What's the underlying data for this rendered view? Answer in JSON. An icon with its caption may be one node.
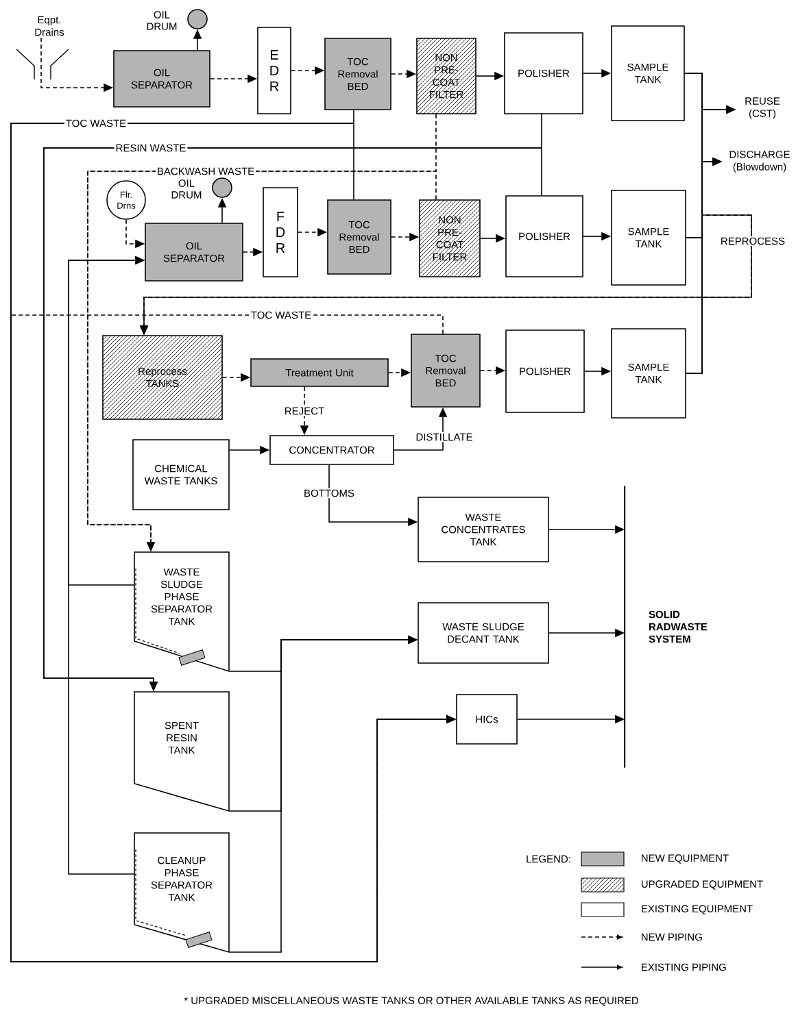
{
  "diagram": {
    "nodes": [
      {
        "text": [
          "Eqpt. Drains"
        ]
      },
      {
        "text": [
          "OIL SEPARATOR"
        ]
      },
      {
        "text": [],
        "shape": "circle",
        "beside": [
          "OIL DRUM"
        ]
      },
      {
        "text": [
          "E D R"
        ]
      },
      {
        "text": [
          "TOC Removal BED"
        ]
      },
      {
        "text": [
          "NON PRE-COAT FILTER"
        ]
      },
      {
        "text": [
          "POLISHER"
        ]
      },
      {
        "text": [
          "SAMPLE TANK"
        ]
      },
      {
        "text": [
          "Flr. Drns"
        ]
      },
      {
        "text": [
          "OIL SEPARATOR"
        ]
      },
      {
        "text": [],
        "shape": "circle",
        "beside": [
          "OIL DRUM"
        ]
      },
      {
        "text": [
          "F D R"
        ]
      },
      {
        "text": [
          "TOC Removal BED"
        ]
      },
      {
        "text": [
          "NON PRE-COAT FILTER"
        ]
      },
      {
        "text": [
          "POLISHER"
        ]
      },
      {
        "text": [
          "SAMPLE TANK"
        ]
      },
      {
        "text": [
          "Reprocess TANKS"
        ]
      },
      {
        "text": [
          "Treatment Unit"
        ]
      },
      {
        "text": [
          "TOC Removal BED"
        ]
      },
      {
        "text": [
          "POLISHER"
        ]
      },
      {
        "text": [
          "SAMPLE TANK"
        ]
      },
      {
        "text": [
          "CHEMICAL WASTE TANKS"
        ]
      },
      {
        "text": [
          "CONCENTRATOR"
        ]
      },
      {
        "text": [
          "WASTE CONCENTRATES TANK"
        ]
      },
      {
        "text": [
          "WASTE SLUDGE DECANT TANK"
        ]
      },
      {
        "text": [
          "HICs"
        ]
      },
      {
        "text": [
          "SOLID RADWASTE SYSTEM"
        ]
      },
      {
        "text": [
          "WASTE SLUDGE PHASE SEPARATOR TANK"
        ]
      },
      {
        "text": [
          "SPENT RESIN TANK"
        ]
      },
      {
        "text": [
          "CLEANUP PHASE SEPARATOR TANK"
        ]
      },
      {
        "text": [
          "REUSE (CST)"
        ]
      },
      {
        "text": [
          "DISCHARGE (Blowdown)"
        ]
      }
    ],
    "edges": [
      {
        "from": 0,
        "to": 1,
        "arrow": "to",
        "style": "dashed"
      },
      {
        "from": 1,
        "to": 2,
        "arrow": "to"
      },
      {
        "from": 1,
        "to": 3,
        "arrow": "to",
        "style": "dashed"
      },
      {
        "from": 3,
        "to": 4,
        "arrow": "to",
        "style": "dashed"
      },
      {
        "from": 4,
        "to": 5,
        "arrow": "to",
        "style": "dashed"
      },
      {
        "from": 5,
        "to": 6,
        "arrow": "to"
      },
      {
        "from": 6,
        "to": 7,
        "arrow": "to"
      },
      {
        "from": 8,
        "to": 9,
        "arrow": "to",
        "style": "dashed"
      },
      {
        "from": 9,
        "to": 10,
        "arrow": "to"
      },
      {
        "from": 9,
        "to": 11,
        "arrow": "to",
        "style": "dashed"
      },
      {
        "from": 11,
        "to": 12,
        "arrow": "to",
        "style": "dashed"
      },
      {
        "from": 12,
        "to": 13,
        "arrow": "to",
        "style": "dashed"
      },
      {
        "from": 13,
        "to": 14,
        "arrow": "to"
      },
      {
        "from": 14,
        "to": 15,
        "arrow": "to"
      },
      {
        "from": 16,
        "to": 17,
        "arrow": "to",
        "style": "dashed"
      },
      {
        "from": 17,
        "to": 18,
        "arrow": "to",
        "style": "dashed"
      },
      {
        "from": 18,
        "to": 19,
        "arrow": "to",
        "style": "dashed"
      },
      {
        "from": 19,
        "to": 20,
        "arrow": "to"
      },
      {
        "from": 7,
        "to": 30,
        "arrow": "to"
      },
      {
        "from": 7,
        "to": 31,
        "arrow": "to"
      },
      {
        "from": 7,
        "to": 16,
        "arrow": "to",
        "style": "dashed",
        "label": "REPROCESS"
      },
      {
        "from": 15,
        "to": 30,
        "arrow": "to"
      },
      {
        "from": 15,
        "to": 31,
        "arrow": "to"
      },
      {
        "from": 15,
        "to": 16,
        "arrow": "to",
        "style": "dashed"
      },
      {
        "from": 20,
        "to": 30,
        "arrow": "to"
      },
      {
        "from": 20,
        "to": 31,
        "arrow": "to"
      },
      {
        "from": 20,
        "to": 16,
        "arrow": "to",
        "style": "dashed"
      },
      {
        "from": 22,
        "to": 23,
        "arrow": "to",
        "label": "BOTTOMS"
      },
      {
        "from": 21,
        "to": 22,
        "arrow": "to"
      },
      {
        "from": 17,
        "to": 22,
        "arrow": "to",
        "style": "dashed",
        "label": "REJECT"
      },
      {
        "from": 22,
        "to": 18,
        "arrow": "to",
        "label": "DISTILLATE"
      },
      {
        "from": 4,
        "to": 25,
        "arrow": "to",
        "label": "TOC WASTE"
      },
      {
        "from": 12,
        "to": 25,
        "arrow": "to"
      },
      {
        "from": 18,
        "to": 25,
        "arrow": "to",
        "style": "dashed",
        "label": "TOC WASTE"
      },
      {
        "from": 6,
        "to": 28,
        "arrow": "to",
        "label": "RESIN WASTE"
      },
      {
        "from": 14,
        "to": 28,
        "arrow": "to"
      },
      {
        "from": 5,
        "to": 27,
        "arrow": "to",
        "style": "dashed",
        "label": "BACKWASH WASTE"
      },
      {
        "from": 13,
        "to": 27,
        "arrow": "to",
        "style": "dashed"
      },
      {
        "from": 27,
        "to": 9,
        "arrow": "to"
      },
      {
        "from": 29,
        "to": 9,
        "arrow": "to"
      },
      {
        "from": 27,
        "to": 24,
        "arrow": "to"
      },
      {
        "from": 28,
        "to": 24,
        "arrow": "to"
      },
      {
        "from": 29,
        "to": 24,
        "arrow": "to"
      },
      {
        "from": 23,
        "to": 26,
        "arrow": "to"
      },
      {
        "from": 24,
        "to": 26,
        "arrow": "to"
      },
      {
        "from": 25,
        "to": 26,
        "arrow": "to"
      }
    ],
    "labels": [
      "LEGEND:",
      "* UPGRADED MISCELLANEOUS WASTE TANKS OR OTHER AVAILABLE TANKS AS REQUIRED"
    ],
    "legend": [
      {
        "text": "NEW EQUIPMENT",
        "color": "#b4b4b4"
      },
      {
        "text": "UPGRADED EQUIPMENT"
      },
      {
        "text": "EXISTING EQUIPMENT"
      },
      {
        "text": "NEW PIPING"
      },
      {
        "text": "EXISTING PIPING"
      }
    ]
  }
}
